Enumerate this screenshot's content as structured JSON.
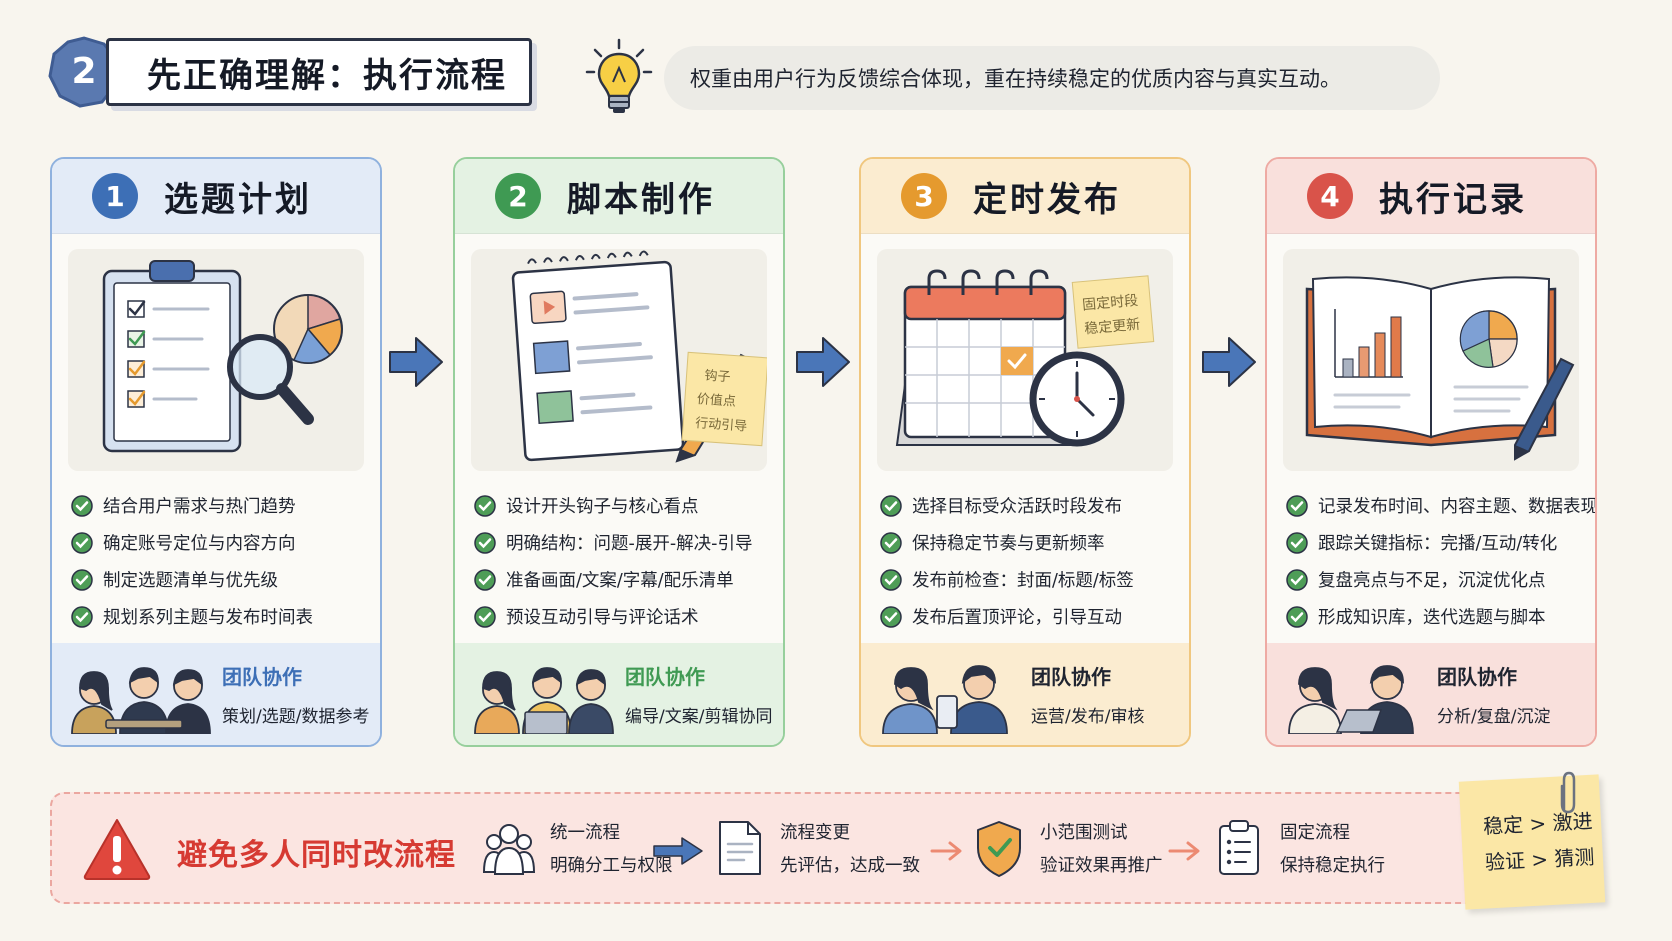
{
  "header": {
    "badge_number": "2",
    "title": "先正确理解：执行流程",
    "tip": "权重由用户行为反馈综合体现，重在持续稳定的优质内容与真实互动。"
  },
  "cards": [
    {
      "number": "1",
      "title": "选题计划",
      "items": [
        "结合用户需求与热门趋势",
        "确定账号定位与内容方向",
        "制定选题清单与优先级",
        "规划系列主题与发布时间表"
      ],
      "team_title": "团队协作",
      "team_desc": "策划/选题/数据参考"
    },
    {
      "number": "2",
      "title": "脚本制作",
      "sticky_lines": [
        "钩子",
        "价值点",
        "行动引导"
      ],
      "items": [
        "设计开头钩子与核心看点",
        "明确结构：问题-展开-解决-引导",
        "准备画面/文案/字幕/配乐清单",
        "预设互动引导与评论话术"
      ],
      "team_title": "团队协作",
      "team_desc": "编导/文案/剪辑协同"
    },
    {
      "number": "3",
      "title": "定时发布",
      "sticky_lines": [
        "固定时段",
        "稳定更新"
      ],
      "items": [
        "选择目标受众活跃时段发布",
        "保持稳定节奏与更新频率",
        "发布前检查：封面/标题/标签",
        "发布后置顶评论，引导互动"
      ],
      "team_title": "团队协作",
      "team_desc": "运营/发布/审核"
    },
    {
      "number": "4",
      "title": "执行记录",
      "items": [
        "记录发布时间、内容主题、数据表现",
        "跟踪关键指标：完播/互动/转化",
        "复盘亮点与不足，沉淀优化点",
        "形成知识库，迭代选题与脚本"
      ],
      "team_title": "团队协作",
      "team_desc": "分析/复盘/沉淀"
    }
  ],
  "banner": {
    "warning": "避免多人同时改流程",
    "steps": [
      {
        "line1": "统一流程",
        "line2": "明确分工与权限"
      },
      {
        "line1": "流程变更",
        "line2": "先评估，达成一致"
      },
      {
        "line1": "小范围测试",
        "line2": "验证效果再推广"
      },
      {
        "line1": "固定流程",
        "line2": "保持稳定执行"
      }
    ],
    "sticky": [
      "稳定 > 激进",
      "验证 > 猜测"
    ]
  },
  "colors": {
    "blue": "#3d6fb6",
    "green": "#3f9a53",
    "orange": "#e59a2e",
    "red": "#d9534a",
    "warning_red": "#d63a32"
  }
}
